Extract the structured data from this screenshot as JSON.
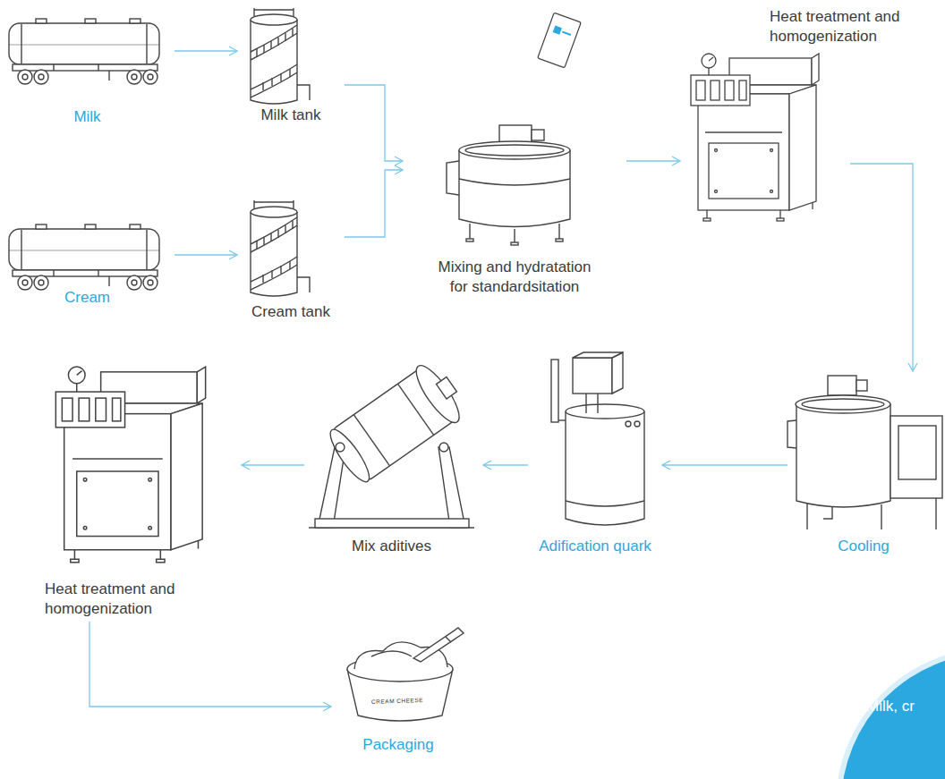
{
  "diagram": {
    "nodes": [
      {
        "text": [
          "Milk"
        ]
      },
      {
        "text": [
          "Milk tank"
        ]
      },
      {
        "text": [
          "Cream"
        ]
      },
      {
        "text": [
          "Cream tank"
        ]
      },
      {
        "text": [
          "Mixing and hydratation for standardsitation"
        ]
      },
      {
        "text": [
          "Heat treatment and homogenization"
        ]
      },
      {
        "text": [
          "Cooling"
        ]
      },
      {
        "text": [
          "Adification quark"
        ]
      },
      {
        "text": [
          "Mix aditives"
        ]
      },
      {
        "text": [
          "Heat treatment and homogenization"
        ]
      },
      {
        "text": [
          "Packaging"
        ]
      }
    ],
    "edges": [
      {
        "from": 0,
        "to": 1,
        "arrow": "to"
      },
      {
        "from": 2,
        "to": 3,
        "arrow": "to"
      },
      {
        "from": 1,
        "to": 4,
        "arrow": "to"
      },
      {
        "from": 3,
        "to": 4,
        "arrow": "to"
      },
      {
        "from": 4,
        "to": 5,
        "arrow": "to"
      },
      {
        "from": 5,
        "to": 6,
        "arrow": "to"
      },
      {
        "from": 6,
        "to": 7,
        "arrow": "to"
      },
      {
        "from": 7,
        "to": 8,
        "arrow": "to"
      },
      {
        "from": 8,
        "to": 9,
        "arrow": "to"
      },
      {
        "from": 9,
        "to": 10,
        "arrow": "to"
      }
    ],
    "labels": [
      "CREAM CHEESE",
      "Milk, cr"
    ]
  }
}
